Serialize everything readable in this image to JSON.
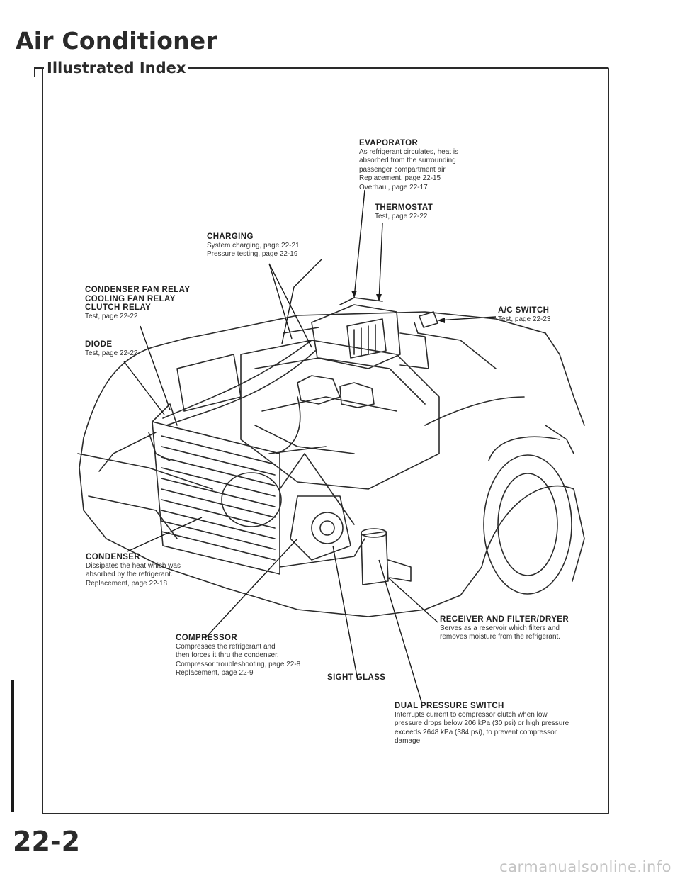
{
  "page": {
    "title": "Air Conditioner",
    "section_title": "Illustrated Index",
    "page_number": "22-2",
    "watermark": "carmanualsonline.info"
  },
  "callouts": {
    "evaporator": {
      "heading": "EVAPORATOR",
      "lines": [
        "As refrigerant circulates, heat is",
        "absorbed from the surrounding",
        "passenger compartment air.",
        "Replacement, page 22-15",
        "Overhaul, page 22-17"
      ]
    },
    "thermostat": {
      "heading": "THERMOSTAT",
      "lines": [
        "Test, page 22-22"
      ]
    },
    "charging": {
      "heading": "CHARGING",
      "lines": [
        "System charging, page 22-21",
        "Pressure testing, page 22-19"
      ]
    },
    "relays": {
      "lines": [
        "CONDENSER FAN RELAY",
        "COOLING FAN RELAY",
        "CLUTCH RELAY",
        "Test, page 22-22"
      ]
    },
    "diode": {
      "heading": "DIODE",
      "lines": [
        "Test, page 22-22"
      ]
    },
    "ac_switch": {
      "heading": "A/C SWITCH",
      "lines": [
        "Test, page 22-23"
      ]
    },
    "condenser": {
      "heading": "CONDENSER",
      "lines": [
        "Dissipates the heat which was",
        "absorbed by the refrigerant.",
        "Replacement, page 22-18"
      ]
    },
    "receiver": {
      "heading": "RECEIVER AND FILTER/DRYER",
      "lines": [
        "Serves as a reservoir which filters and",
        "removes moisture from the refrigerant."
      ]
    },
    "compressor": {
      "heading": "COMPRESSOR",
      "lines": [
        "Compresses the refrigerant and",
        "then forces it thru the condenser.",
        "Compressor troubleshooting, page 22-8",
        "Replacement, page 22-9"
      ]
    },
    "sight_glass": {
      "heading": "SIGHT GLASS"
    },
    "dual_pressure_switch": {
      "heading": "DUAL PRESSURE SWITCH",
      "lines": [
        "Interrupts current to compressor clutch when low",
        "pressure drops below 206 kPa (30 psi) or high pressure",
        "exceeds 2648 kPa (384 psi), to prevent compressor",
        "damage."
      ]
    }
  }
}
